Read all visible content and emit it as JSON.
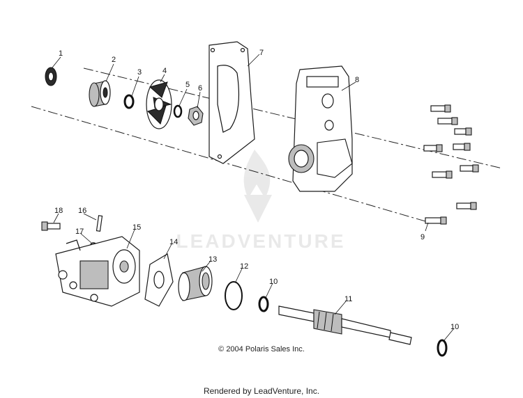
{
  "diagram": {
    "callouts": [
      {
        "id": "c1",
        "label": "1"
      },
      {
        "id": "c2",
        "label": "2"
      },
      {
        "id": "c3",
        "label": "3"
      },
      {
        "id": "c4",
        "label": "4"
      },
      {
        "id": "c5",
        "label": "5"
      },
      {
        "id": "c6",
        "label": "6"
      },
      {
        "id": "c7",
        "label": "7"
      },
      {
        "id": "c8",
        "label": "8"
      },
      {
        "id": "c9",
        "label": "9"
      },
      {
        "id": "c10a",
        "label": "10"
      },
      {
        "id": "c10b",
        "label": "10"
      },
      {
        "id": "c11",
        "label": "11"
      },
      {
        "id": "c12",
        "label": "12"
      },
      {
        "id": "c13",
        "label": "13"
      },
      {
        "id": "c14",
        "label": "14"
      },
      {
        "id": "c15",
        "label": "15"
      },
      {
        "id": "c16",
        "label": "16"
      },
      {
        "id": "c17",
        "label": "17"
      },
      {
        "id": "c18",
        "label": "18"
      }
    ],
    "copyright": "© 2004 Polaris Sales Inc.",
    "rendered_by": "Rendered by LeadVenture, Inc.",
    "watermark": "LEADVENTURE"
  }
}
